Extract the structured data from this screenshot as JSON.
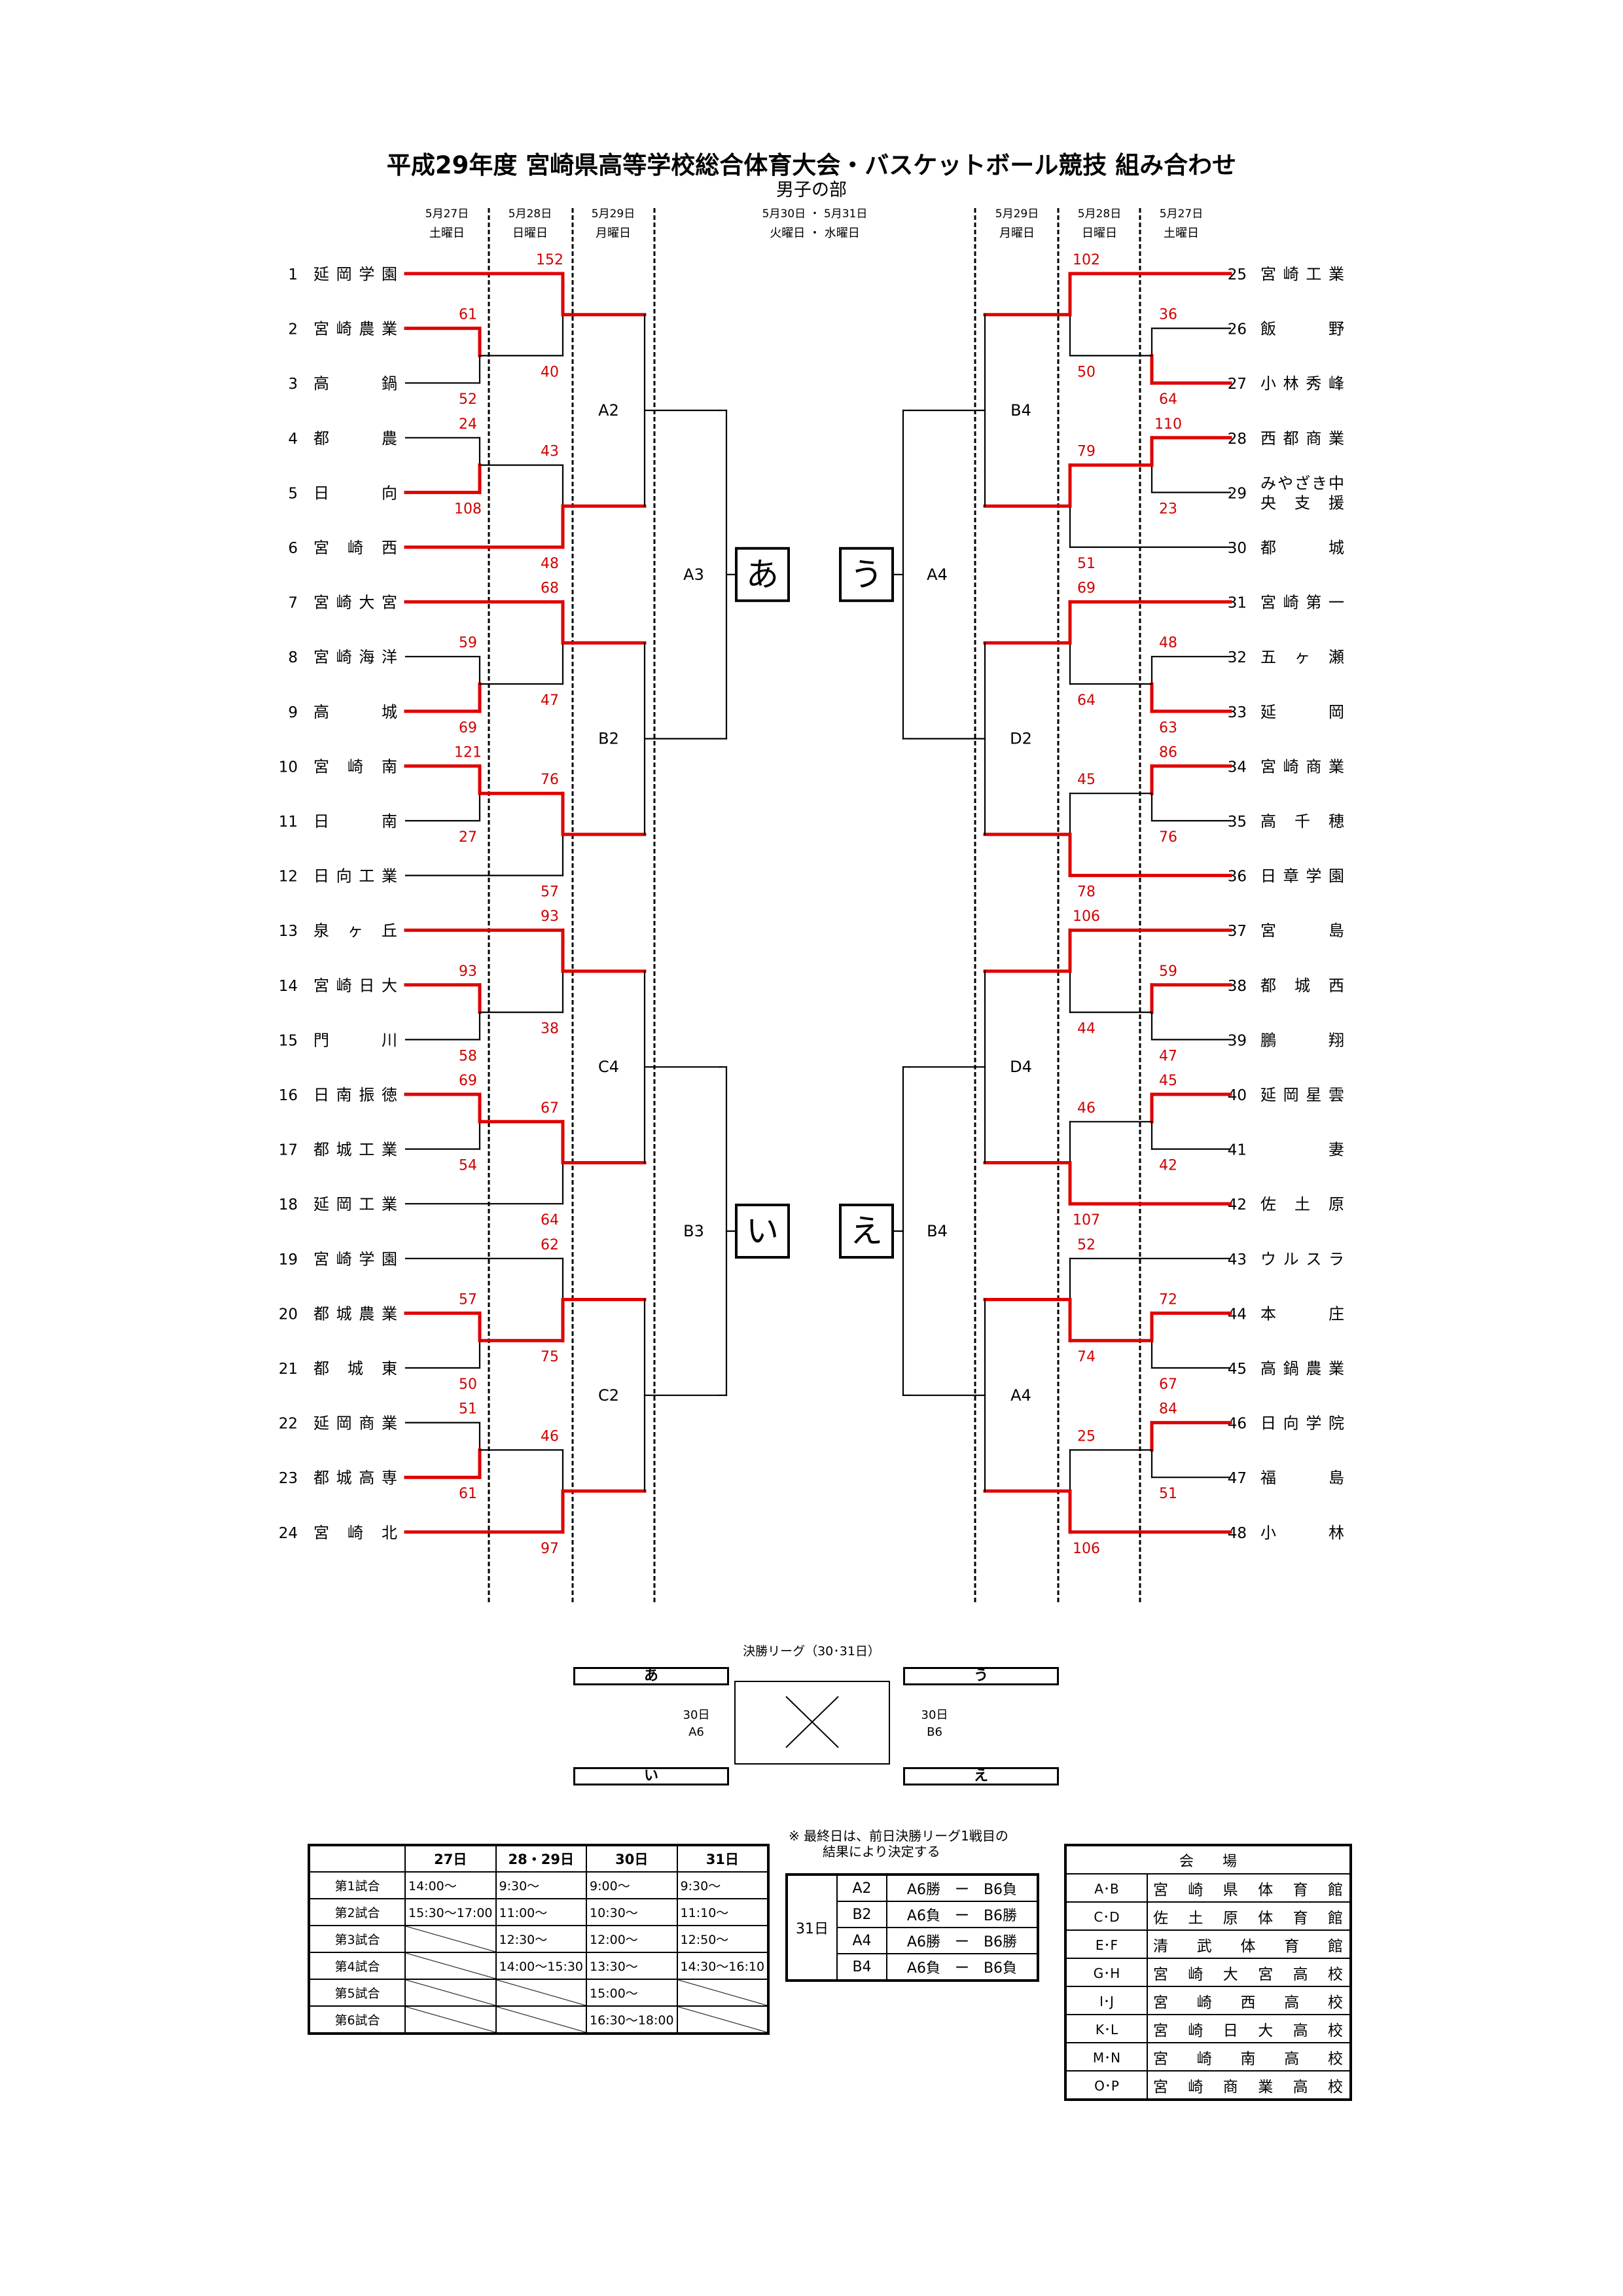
{
  "title": "平成29年度  宮崎県高等学校総合体育大会・バスケットボール競技 組み合わせ",
  "subtitle": "男子の部",
  "colors": {
    "winner": "#e00000",
    "line": "#000000",
    "score": "#d00000"
  },
  "dates_left": [
    {
      "date": "5月27日",
      "day": "土曜日"
    },
    {
      "date": "5月28日",
      "day": "日曜日"
    },
    {
      "date": "5月29日",
      "day": "月曜日"
    }
  ],
  "dates_center": {
    "date": "5月30日 ・ 5月31日",
    "day": "火曜日 ・ 水曜日"
  },
  "dates_right": [
    {
      "date": "5月29日",
      "day": "月曜日"
    },
    {
      "date": "5月28日",
      "day": "日曜日"
    },
    {
      "date": "5月27日",
      "day": "土曜日"
    }
  ],
  "left_teams": [
    "延岡学園",
    "宮崎農業",
    "高　　鍋",
    "都　　農",
    "日　　向",
    "宮　崎　西",
    "宮崎大宮",
    "宮崎海洋",
    "高　　城",
    "宮　崎　南",
    "日　　南",
    "日向工業",
    "泉　ヶ　丘",
    "宮崎日大",
    "門　　川",
    "日南振徳",
    "都城工業",
    "延岡工業",
    "宮崎学園",
    "都城農業",
    "都　城　東",
    "延岡商業",
    "都城高専",
    "宮　崎　北"
  ],
  "right_teams": [
    "宮崎工業",
    "飯　　野",
    "小林秀峰",
    "西都商業",
    "みやざき中央支援",
    "都　　城",
    "宮崎第一",
    "五　ヶ　瀬",
    "延　　岡",
    "宮崎商業",
    "高　千　穂",
    "日章学園",
    "宮　　島",
    "都　城　西",
    "鵬　　翔",
    "延岡星雲",
    "妻",
    "佐　土　原",
    "ウルスラ",
    "本　　庄",
    "高鍋農業",
    "日向学院",
    "福　　島",
    "小　　林"
  ],
  "left_groups": [
    {
      "r1": [
        61,
        52
      ],
      "r2": [
        152,
        40
      ],
      "r2w": 0,
      "venue": "A2"
    },
    {
      "r1": [
        24,
        108
      ],
      "r2": [
        43,
        48
      ],
      "r2w": 1,
      "venue": ""
    },
    {
      "r1": [
        59,
        69
      ],
      "r2": [
        68,
        47
      ],
      "r2w": 0,
      "venue": "B2"
    },
    {
      "r1": [
        121,
        27
      ],
      "r2": [
        76,
        57
      ],
      "r2w": 0,
      "venue": ""
    },
    {
      "r1": [
        93,
        58
      ],
      "r2": [
        93,
        38
      ],
      "r2w": 0,
      "venue": "C4"
    },
    {
      "r1": [
        69,
        54
      ],
      "r2": [
        67,
        64
      ],
      "r2w": 0,
      "venue": ""
    },
    {
      "r1": [
        57,
        50
      ],
      "r2": [
        62,
        75
      ],
      "r2w": 1,
      "venue": "C2"
    },
    {
      "r1": [
        51,
        61
      ],
      "r2": [
        46,
        97
      ],
      "r2w": 1,
      "venue": ""
    }
  ],
  "right_groups": [
    {
      "r1": [
        36,
        64
      ],
      "r2": [
        102,
        50
      ],
      "r2w": 0,
      "venue": "B4"
    },
    {
      "r1": [
        110,
        23
      ],
      "r2": [
        79,
        51
      ],
      "r2w": 0,
      "venue": ""
    },
    {
      "r1": [
        48,
        63
      ],
      "r2": [
        69,
        64
      ],
      "r2w": 0,
      "venue": "D2"
    },
    {
      "r1": [
        86,
        76
      ],
      "r2": [
        45,
        78
      ],
      "r2w": 1,
      "venue": ""
    },
    {
      "r1": [
        59,
        47
      ],
      "r2": [
        106,
        44
      ],
      "r2w": 0,
      "venue": "D4"
    },
    {
      "r1": [
        45,
        42
      ],
      "r2": [
        46,
        107
      ],
      "r2w": 1,
      "venue": ""
    },
    {
      "r1": [
        72,
        67
      ],
      "r2": [
        52,
        74
      ],
      "r2w": 1,
      "venue": "A4"
    },
    {
      "r1": [
        84,
        51
      ],
      "r2": [
        25,
        106
      ],
      "r2w": 1,
      "venue": ""
    }
  ],
  "blocks": [
    {
      "mark": "あ",
      "venue": "A3"
    },
    {
      "mark": "い",
      "venue": "B3"
    },
    {
      "mark": "う",
      "venue": "A4"
    },
    {
      "mark": "え",
      "venue": "B4"
    }
  ],
  "final_league": {
    "label": "決勝リーグ（30･31日）",
    "boxes": [
      "あ",
      "う",
      "い",
      "え"
    ],
    "left_info": [
      "30日",
      "A6"
    ],
    "right_info": [
      "30日",
      "B6"
    ]
  },
  "schedule": {
    "headers": [
      "",
      "27日",
      "28・29日",
      "30日",
      "31日"
    ],
    "rows": [
      {
        "label": "第1試合",
        "cells": [
          "14:00～",
          "9:30～",
          "9:00～",
          "9:30～"
        ]
      },
      {
        "label": "第2試合",
        "cells": [
          "15:30～17:00",
          "11:00～",
          "10:30～",
          "11:10～"
        ]
      },
      {
        "label": "第3試合",
        "cells": [
          "",
          "12:30～",
          "12:00～",
          "12:50～"
        ]
      },
      {
        "label": "第4試合",
        "cells": [
          "",
          "14:00～15:30",
          "13:30～",
          "14:30～16:10"
        ]
      },
      {
        "label": "第5試合",
        "cells": [
          "",
          "",
          "15:00～",
          ""
        ]
      },
      {
        "label": "第6試合",
        "cells": [
          "",
          "",
          "16:30～18:00",
          ""
        ]
      }
    ]
  },
  "note": [
    "※  最終日は、前日決勝リーグ1戦目の",
    "結果により決定する"
  ],
  "final_day": {
    "label": "31日",
    "rows": [
      {
        "venue": "A2",
        "match": "A6勝　ー　B6負"
      },
      {
        "venue": "B2",
        "match": "A6負　ー　B6勝"
      },
      {
        "venue": "A4",
        "match": "A6勝　ー　B6勝"
      },
      {
        "venue": "B4",
        "match": "A6負　ー　B6負"
      }
    ]
  },
  "venues": {
    "header": "会　　場",
    "rows": [
      {
        "code": "A･B",
        "name": "宮崎県体育館"
      },
      {
        "code": "C･D",
        "name": "佐土原体育館"
      },
      {
        "code": "E･F",
        "name": "清武体育館"
      },
      {
        "code": "G･H",
        "name": "宮崎大宮高校"
      },
      {
        "code": "I･J",
        "name": "宮崎西高校"
      },
      {
        "code": "K･L",
        "name": "宮崎日大高校"
      },
      {
        "code": "M･N",
        "name": "宮崎南高校"
      },
      {
        "code": "O･P",
        "name": "宮崎商業高校"
      }
    ]
  }
}
